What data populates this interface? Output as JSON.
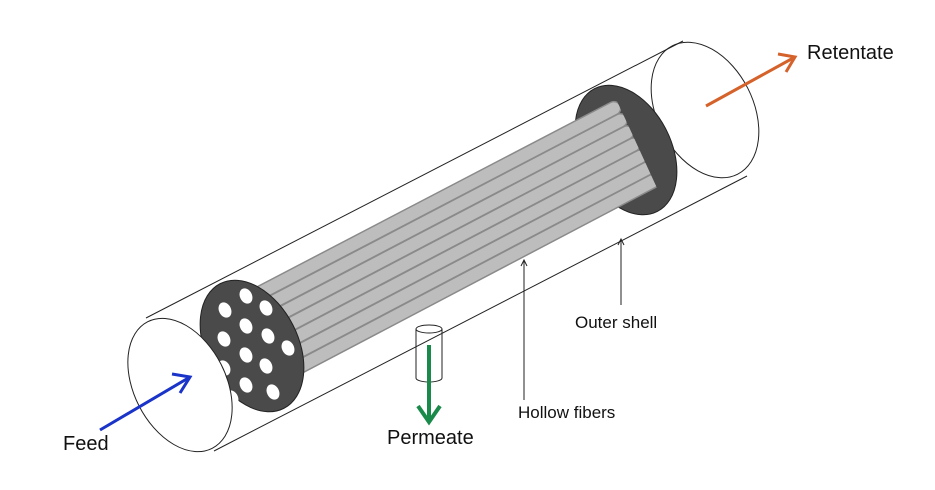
{
  "labels": {
    "feed": "Feed",
    "permeate": "Permeate",
    "retentate": "Retentate",
    "hollow_fibers": "Hollow fibers",
    "outer_shell": "Outer shell"
  },
  "colors": {
    "feed_arrow": "#1a33c8",
    "permeate_arrow": "#1a8a4a",
    "retentate_arrow": "#d4622a",
    "tube_sheet": "#4a4a4a",
    "fiber": "#bdbdbd",
    "fiber_edge": "#8a8a8a",
    "outline": "#222222"
  },
  "icons": {
    "feed": "arrow-right-icon",
    "permeate": "arrow-down-icon",
    "retentate": "arrow-up-right-icon"
  }
}
